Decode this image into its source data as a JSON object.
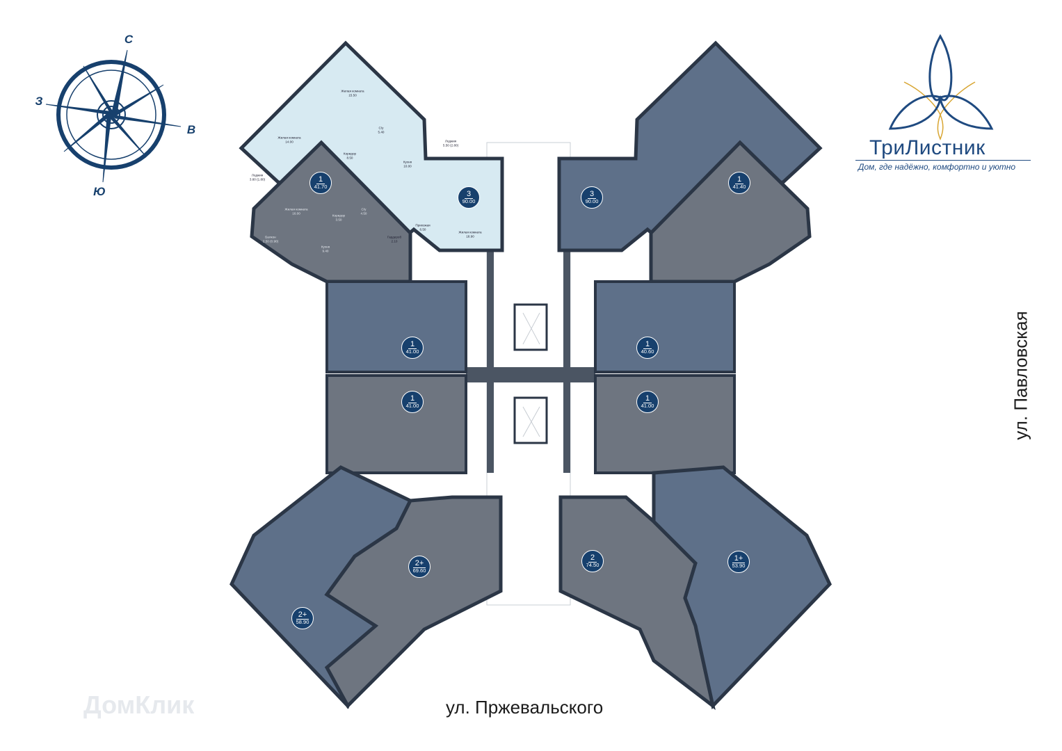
{
  "colors": {
    "highlight": "#d7eaf2",
    "apartment_grey": "#6e7580",
    "apartment_blue": "#5e7089",
    "wall": "#2b3646",
    "brand": "#17406d",
    "accent_gold": "#d8a531"
  },
  "compass": {
    "north": "С",
    "east": "В",
    "south": "Ю",
    "west": "З"
  },
  "logo": {
    "name": "ТриЛистник",
    "slogan": "Дом, где надёжно, комфортно и уютно"
  },
  "streets": {
    "bottom": "ул. Пржевальского",
    "right": "ул. Павловская"
  },
  "watermark": "ДомКлик",
  "apartments": [
    {
      "rooms": "1",
      "area": "41.70"
    },
    {
      "rooms": "3",
      "area": "90.00",
      "highlighted": true
    },
    {
      "rooms": "3",
      "area": "90.00"
    },
    {
      "rooms": "1",
      "area": "41.40"
    },
    {
      "rooms": "1",
      "area": "41.00"
    },
    {
      "rooms": "1",
      "area": "40.60"
    },
    {
      "rooms": "1",
      "area": "41.00"
    },
    {
      "rooms": "1",
      "area": "41.00"
    },
    {
      "rooms": "2+",
      "area": "69.60"
    },
    {
      "rooms": "2",
      "area": "74.50"
    },
    {
      "rooms": "1+",
      "area": "53.90"
    },
    {
      "rooms": "2+",
      "area": "58.90"
    }
  ],
  "rooms": [
    {
      "name": "Жилая комната",
      "area": "15.50"
    },
    {
      "name": "Жилая комната",
      "area": "14.00"
    },
    {
      "name": "С/у",
      "area": "5.40"
    },
    {
      "name": "Коридор",
      "area": "8.50"
    },
    {
      "name": "Кухня",
      "area": "10.00"
    },
    {
      "name": "Лоджия",
      "area": "5.50 (2.80)"
    },
    {
      "name": "Лоджия",
      "area": "3.60 (1.80)"
    },
    {
      "name": "Прихожая",
      "area": "6.50"
    },
    {
      "name": "Гардероб",
      "area": "2.10"
    },
    {
      "name": "Жилая комната",
      "area": "18.90"
    },
    {
      "name": "Жилая комната",
      "area": "16.00"
    },
    {
      "name": "Коридор",
      "area": "3.50"
    },
    {
      "name": "С/у",
      "area": "4.50"
    },
    {
      "name": "Балкон",
      "area": "2.50 (0.90)"
    },
    {
      "name": "Кухня",
      "area": "9.40"
    }
  ]
}
